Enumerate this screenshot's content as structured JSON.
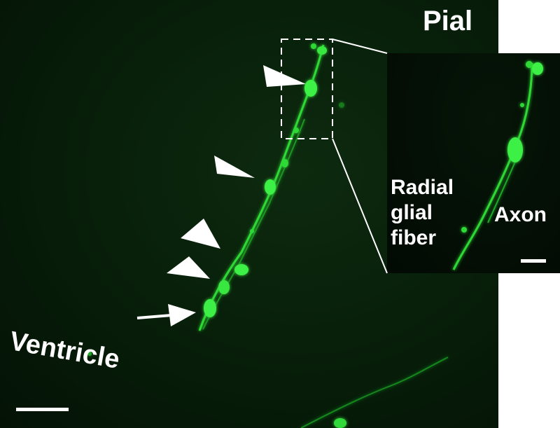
{
  "labels": {
    "pial": "Pial",
    "ventricle": "Ventricle",
    "radial_glial_fiber": "Radial glial fiber",
    "axon": "Axon"
  },
  "colors": {
    "fluorescence": "#39e83f",
    "background": "#072009",
    "annotation": "#ffffff"
  },
  "annotations": {
    "arrowheads": 4,
    "arrows": 1,
    "inset_box": "dashed",
    "scale_bars": 2
  }
}
